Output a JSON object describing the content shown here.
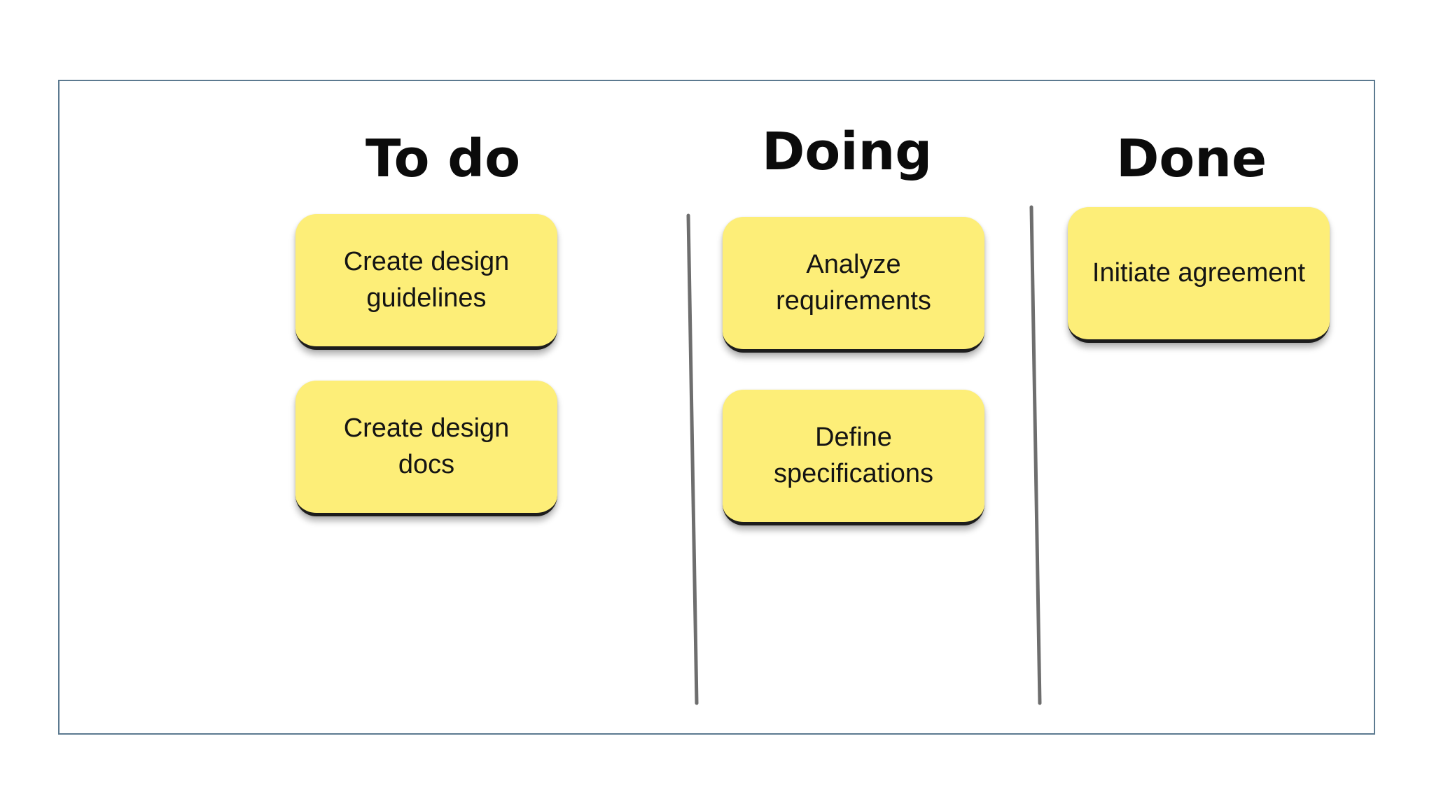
{
  "board": {
    "columns": [
      {
        "title": "To do",
        "cards": [
          {
            "text": "Create design guidelines"
          },
          {
            "text": "Create design docs"
          }
        ]
      },
      {
        "title": "Doing",
        "cards": [
          {
            "text": "Analyze requirements"
          },
          {
            "text": "Define specifications"
          }
        ]
      },
      {
        "title": "Done",
        "cards": [
          {
            "text": "Initiate agreement"
          }
        ]
      }
    ]
  },
  "colors": {
    "note_fill": "#fdee78",
    "frame_border": "#5c7a90",
    "divider": "#6e6e6e",
    "text": "#141414"
  }
}
